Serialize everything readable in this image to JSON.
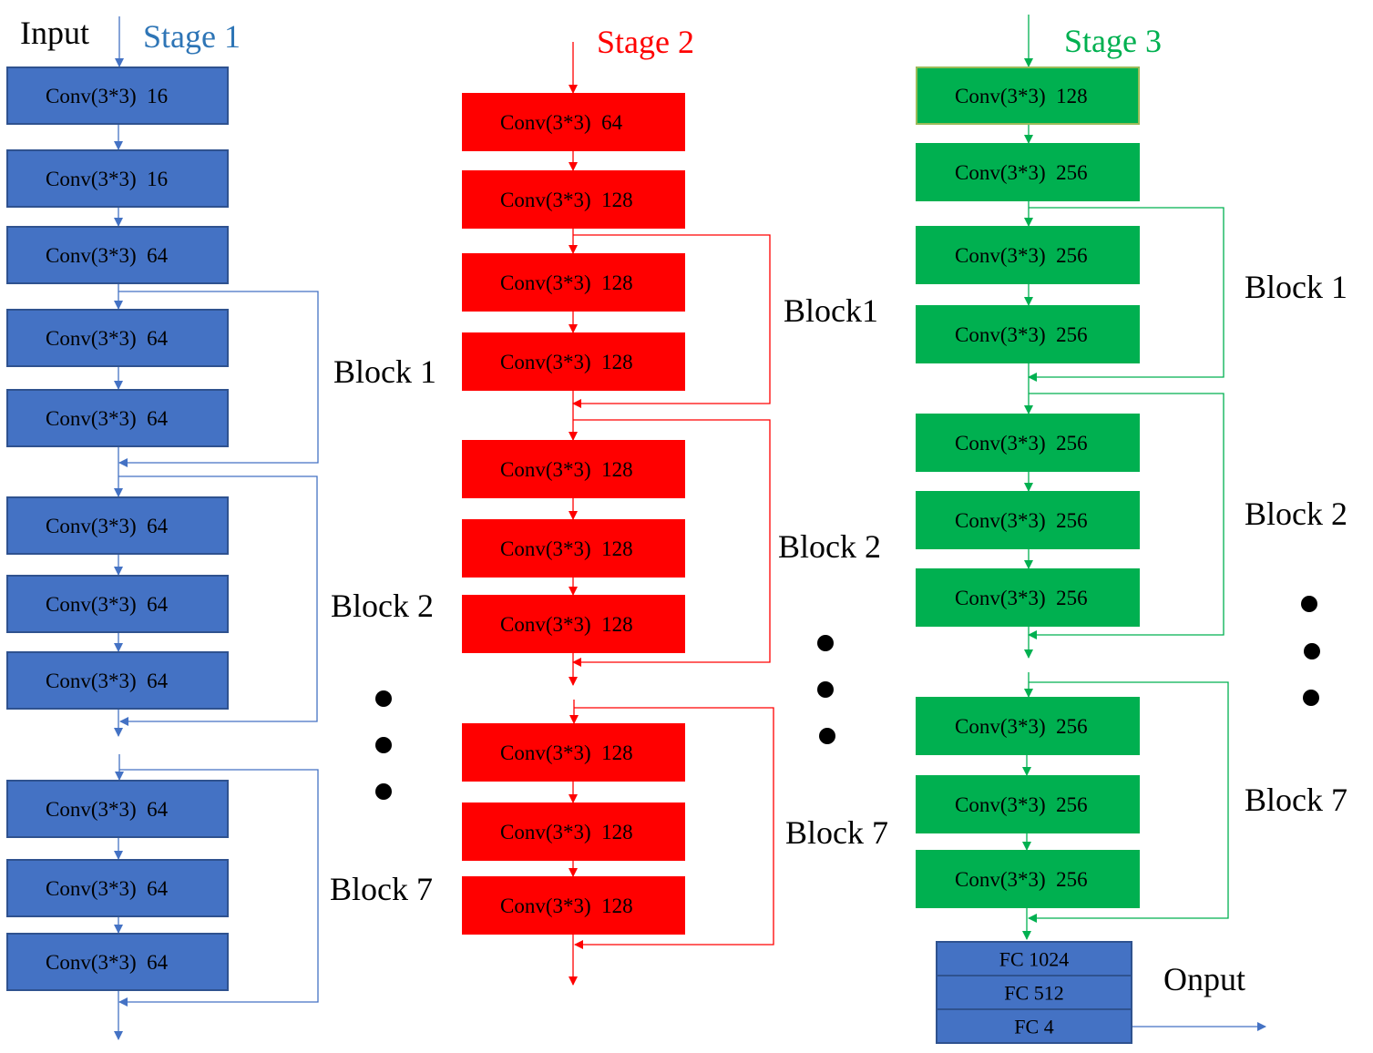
{
  "colors": {
    "stage1": "#4472C4",
    "stage1_stroke": "#2F528F",
    "stage2": "#FF0000",
    "stage3": "#00B050",
    "fc": "#4472C4",
    "text": "#000000"
  },
  "input_label": "Input",
  "output_label": "Onput",
  "stages": [
    {
      "title": "Stage 1",
      "boxes": [
        "Conv(3*3)  16",
        "Conv(3*3)  16",
        "Conv(3*3)  64",
        "Conv(3*3)  64",
        "Conv(3*3)  64",
        "Conv(3*3)  64",
        "Conv(3*3)  64",
        "Conv(3*3)  64",
        "Conv(3*3)  64",
        "Conv(3*3)  64",
        "Conv(3*3)  64"
      ],
      "blocks": [
        "Block 1",
        "Block 2",
        "Block 7"
      ]
    },
    {
      "title": "Stage 2",
      "boxes": [
        "Conv(3*3)  64",
        "Conv(3*3)  128",
        "Conv(3*3)  128",
        "Conv(3*3)  128",
        "Conv(3*3)  128",
        "Conv(3*3)  128",
        "Conv(3*3)  128",
        "Conv(3*3)  128",
        "Conv(3*3)  128",
        "Conv(3*3)  128"
      ],
      "blocks": [
        "Block1",
        "Block 2",
        "Block 7"
      ]
    },
    {
      "title": "Stage 3",
      "boxes": [
        "Conv(3*3)  128",
        "Conv(3*3)  256",
        "Conv(3*3)  256",
        "Conv(3*3)  256",
        "Conv(3*3)  256",
        "Conv(3*3)  256",
        "Conv(3*3)  256",
        "Conv(3*3)  256",
        "Conv(3*3)  256",
        "Conv(3*3)  256"
      ],
      "blocks": [
        "Block 1",
        "Block 2",
        "Block 7"
      ]
    }
  ],
  "fc_layers": [
    "FC 1024",
    "FC 512",
    "FC 4"
  ]
}
